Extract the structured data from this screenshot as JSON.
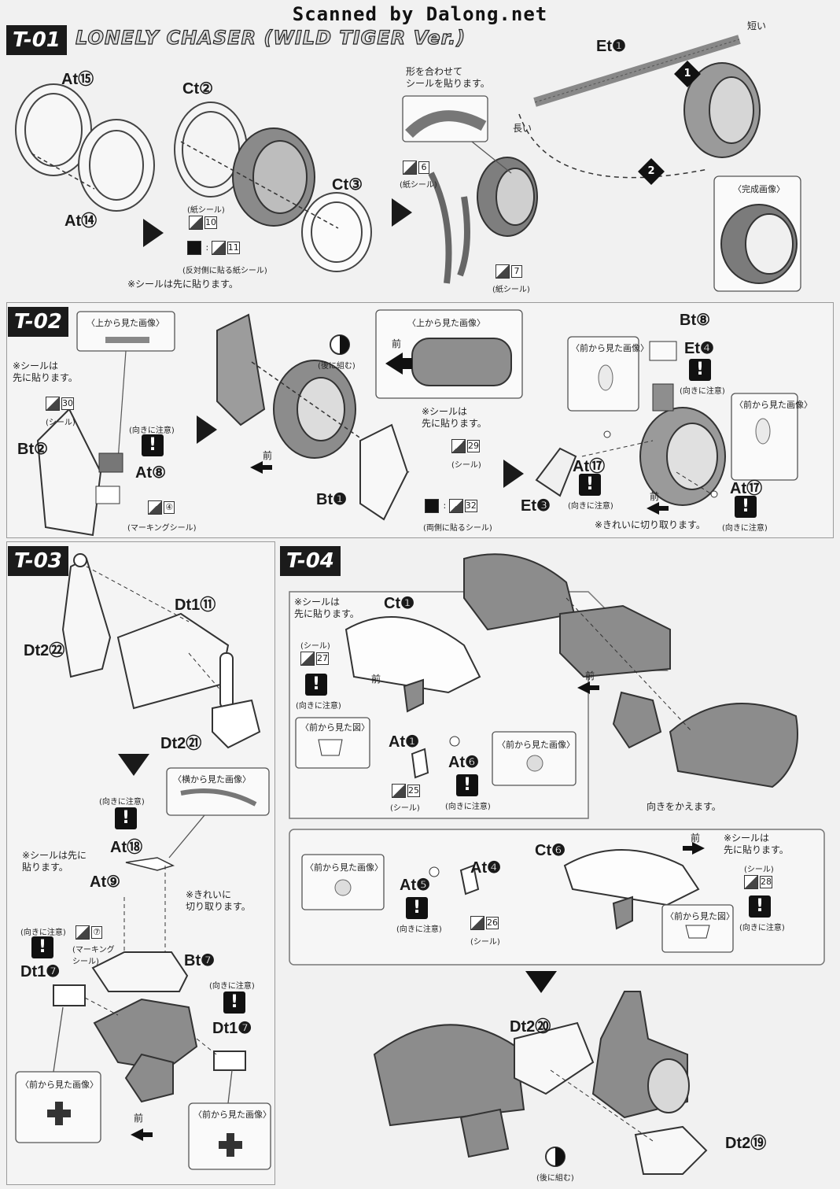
{
  "watermark": "Scanned by Dalong.net",
  "sections": {
    "t01": {
      "tag": "T-01",
      "title": "LONELY CHASER (WILD TIGER Ver.)",
      "parts": {
        "at15": "At⑮",
        "at14": "At⑭",
        "ct2": "Ct②",
        "ct3": "Ct③",
        "et1": "Et❶"
      },
      "notes": {
        "align_seal": "形を合わせて\nシールを貼ります。",
        "short": "短い",
        "long": "長い",
        "paper_seal": "(紙シール)",
        "opposite_side": "(反対側に貼る紙シール)",
        "seal_first": "※シールは先に貼ります。",
        "completed": "〈完成画像〉"
      },
      "stickers": {
        "s10": "10",
        "s11": "11",
        "s6": "6",
        "s7": "7"
      },
      "steps": {
        "one": "1",
        "two": "2"
      }
    },
    "t02": {
      "tag": "T-02",
      "parts": {
        "bt2": "Bt②",
        "at8": "At⑧",
        "bt1": "Bt❶",
        "bt8": "Bt⑧",
        "et4": "Et❹",
        "at17a": "At⑰",
        "at17b": "At⑰",
        "et3": "Et❸"
      },
      "notes": {
        "top_view": "〈上から見た画像〉",
        "top_view_2": "〈上から見た画像〉",
        "seal_first": "※シールは\n先に貼ります。",
        "seal_first_2": "※シールは\n先に貼ります。",
        "seal": "(シール)",
        "seal_2": "(シール)",
        "marking_seal": "(マーキングシール)",
        "caution": "(向きに注意)",
        "caution_2": "(向きに注意)",
        "caution_3": "(向きに注意)",
        "caution_4": "(向きに注意)",
        "assemble_later": "(後に組む)",
        "front": "前",
        "front_2": "前",
        "front_3": "前",
        "both_sides": "(両側に貼るシール)",
        "front_view": "〈前から見た画像〉",
        "front_view_2": "〈前から見た画像〉",
        "cut_clean": "※きれいに切り取ります。"
      },
      "stickers": {
        "s30": "30",
        "s4": "④",
        "s29": "29",
        "s32": "32"
      }
    },
    "t03": {
      "tag": "T-03",
      "parts": {
        "dt1_11": "Dt1⑪",
        "dt2_22": "Dt2㉒",
        "dt2_21": "Dt2㉑",
        "at18": "At⑱",
        "at9": "At⑨",
        "dt1_7a": "Dt1❼",
        "bt7": "Bt❼",
        "dt1_7b": "Dt1❼"
      },
      "notes": {
        "side_view": "〈横から見た画像〉",
        "caution": "(向きに注意)",
        "caution_2": "(向きに注意)",
        "caution_3": "(向きに注意)",
        "seal_first": "※シールは先に\n貼ります。",
        "cut_clean": "※きれいに\n切り取ります。",
        "marking_seal": "(マーキング\nシール)",
        "front_view": "〈前から見た画像〉",
        "front_view_2": "〈前から見た画像〉",
        "front": "前"
      },
      "stickers": {
        "s7": "⑦"
      }
    },
    "t04": {
      "tag": "T-04",
      "parts": {
        "ct1": "Ct❶",
        "at1": "At❶",
        "at6": "At❻",
        "ct6": "Ct❻",
        "at5": "At❺",
        "at4": "At❹",
        "dt2_20": "Dt2⑳",
        "dt2_19": "Dt2⑲"
      },
      "notes": {
        "seal_first": "※シールは\n先に貼ります。",
        "seal_first_2": "※シールは\n先に貼ります。",
        "seal": "(シール)",
        "seal_2": "(シール)",
        "seal_3": "(シール)",
        "seal_4": "(シール)",
        "caution": "(向きに注意)",
        "caution_2": "(向きに注意)",
        "caution_3": "(向きに注意)",
        "caution_4": "(向きに注意)",
        "front": "前",
        "front_2": "前",
        "front_3": "前",
        "front_view_fig": "〈前から見た図〉",
        "front_view_fig_2": "〈前から見た図〉",
        "front_view_img": "〈前から見た画像〉",
        "front_view_img_2": "〈前から見た画像〉",
        "change_direction": "向きをかえます。",
        "assemble_later": "(後に組む)"
      },
      "stickers": {
        "s27": "27",
        "s25": "25",
        "s28": "28",
        "s26": "26"
      }
    }
  }
}
